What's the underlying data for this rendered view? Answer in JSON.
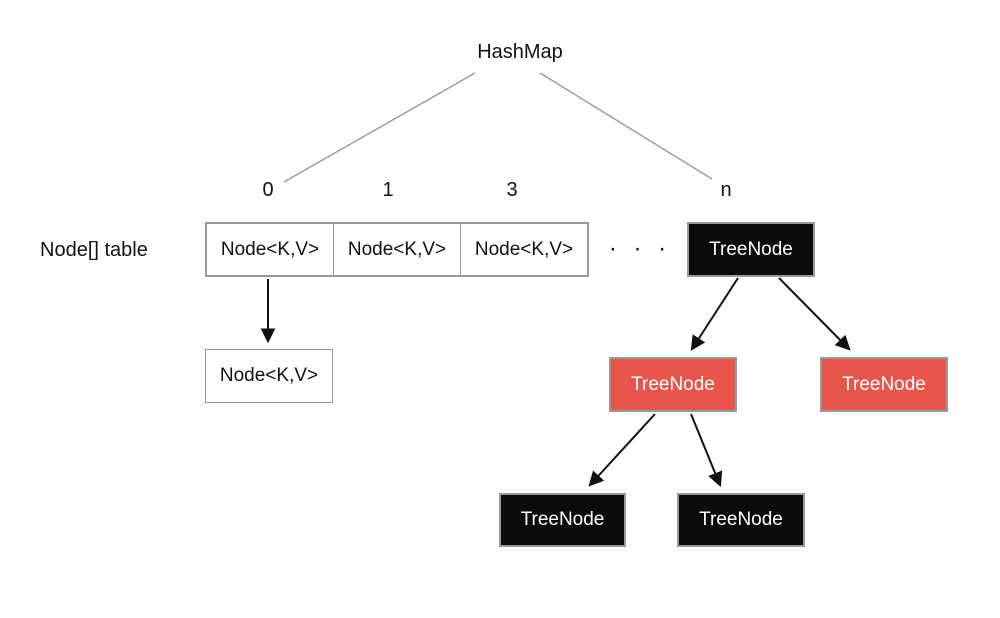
{
  "diagram": {
    "title": "HashMap",
    "row_label": "Node[] table",
    "index_labels": [
      "0",
      "1",
      "3",
      "n"
    ],
    "array_cells": [
      "Node<K,V>",
      "Node<K,V>",
      "Node<K,V>"
    ],
    "ellipsis": "· · ·",
    "chained_node": "Node<K,V>",
    "tree": {
      "root": "TreeNode",
      "left_child": "TreeNode",
      "right_child": "TreeNode",
      "left_left_child": "TreeNode",
      "left_right_child": "TreeNode"
    }
  },
  "colors": {
    "tree_node_black": "#0b0b0b",
    "tree_node_red": "#e8564b",
    "box_border_gray": "#999999",
    "connector_gray": "#999999",
    "arrow_black": "#111111",
    "text_dark": "#111111",
    "text_light": "#ffffff",
    "background": "#ffffff"
  }
}
